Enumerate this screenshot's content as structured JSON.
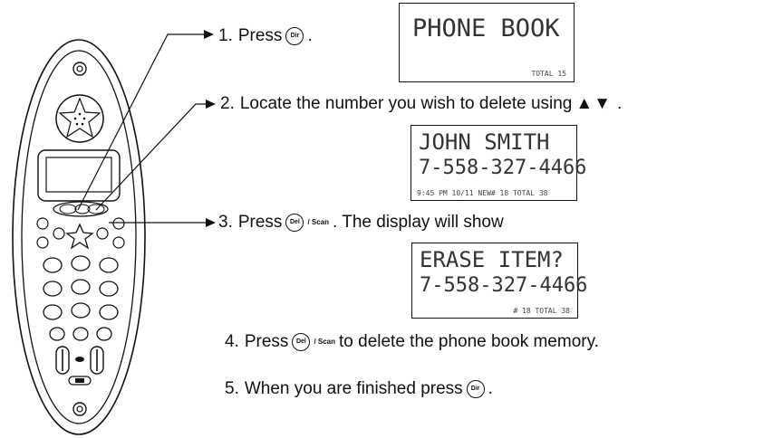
{
  "steps": [
    {
      "num": "1.",
      "before": "Press",
      "button": "Dir",
      "after": "."
    },
    {
      "num": "2.",
      "text": "Locate the number you wish to delete using",
      "arrows": "▲▼",
      "after": "."
    },
    {
      "num": "3.",
      "before": "Press",
      "button": "Del",
      "button_suffix": "/ Scan",
      "after": ". The display will show"
    },
    {
      "num": "4.",
      "before": "Press",
      "button": "Del",
      "button_suffix": "/ Scan",
      "after": "to delete the phone book memory."
    },
    {
      "num": "5.",
      "before": "When you are finished press",
      "button": "Dir",
      "after": "."
    }
  ],
  "displays": [
    {
      "line1": "PHONE BOOK",
      "status": "TOTAL 15"
    },
    {
      "line1": "JOHN SMITH",
      "line2": "7-558-327-4466",
      "status": "9:45 PM  10/11  NEW# 18  TOTAL 38"
    },
    {
      "line1": "ERASE ITEM?",
      "line2": "7-558-327-4466",
      "status": "# 18  TOTAL 38"
    }
  ]
}
